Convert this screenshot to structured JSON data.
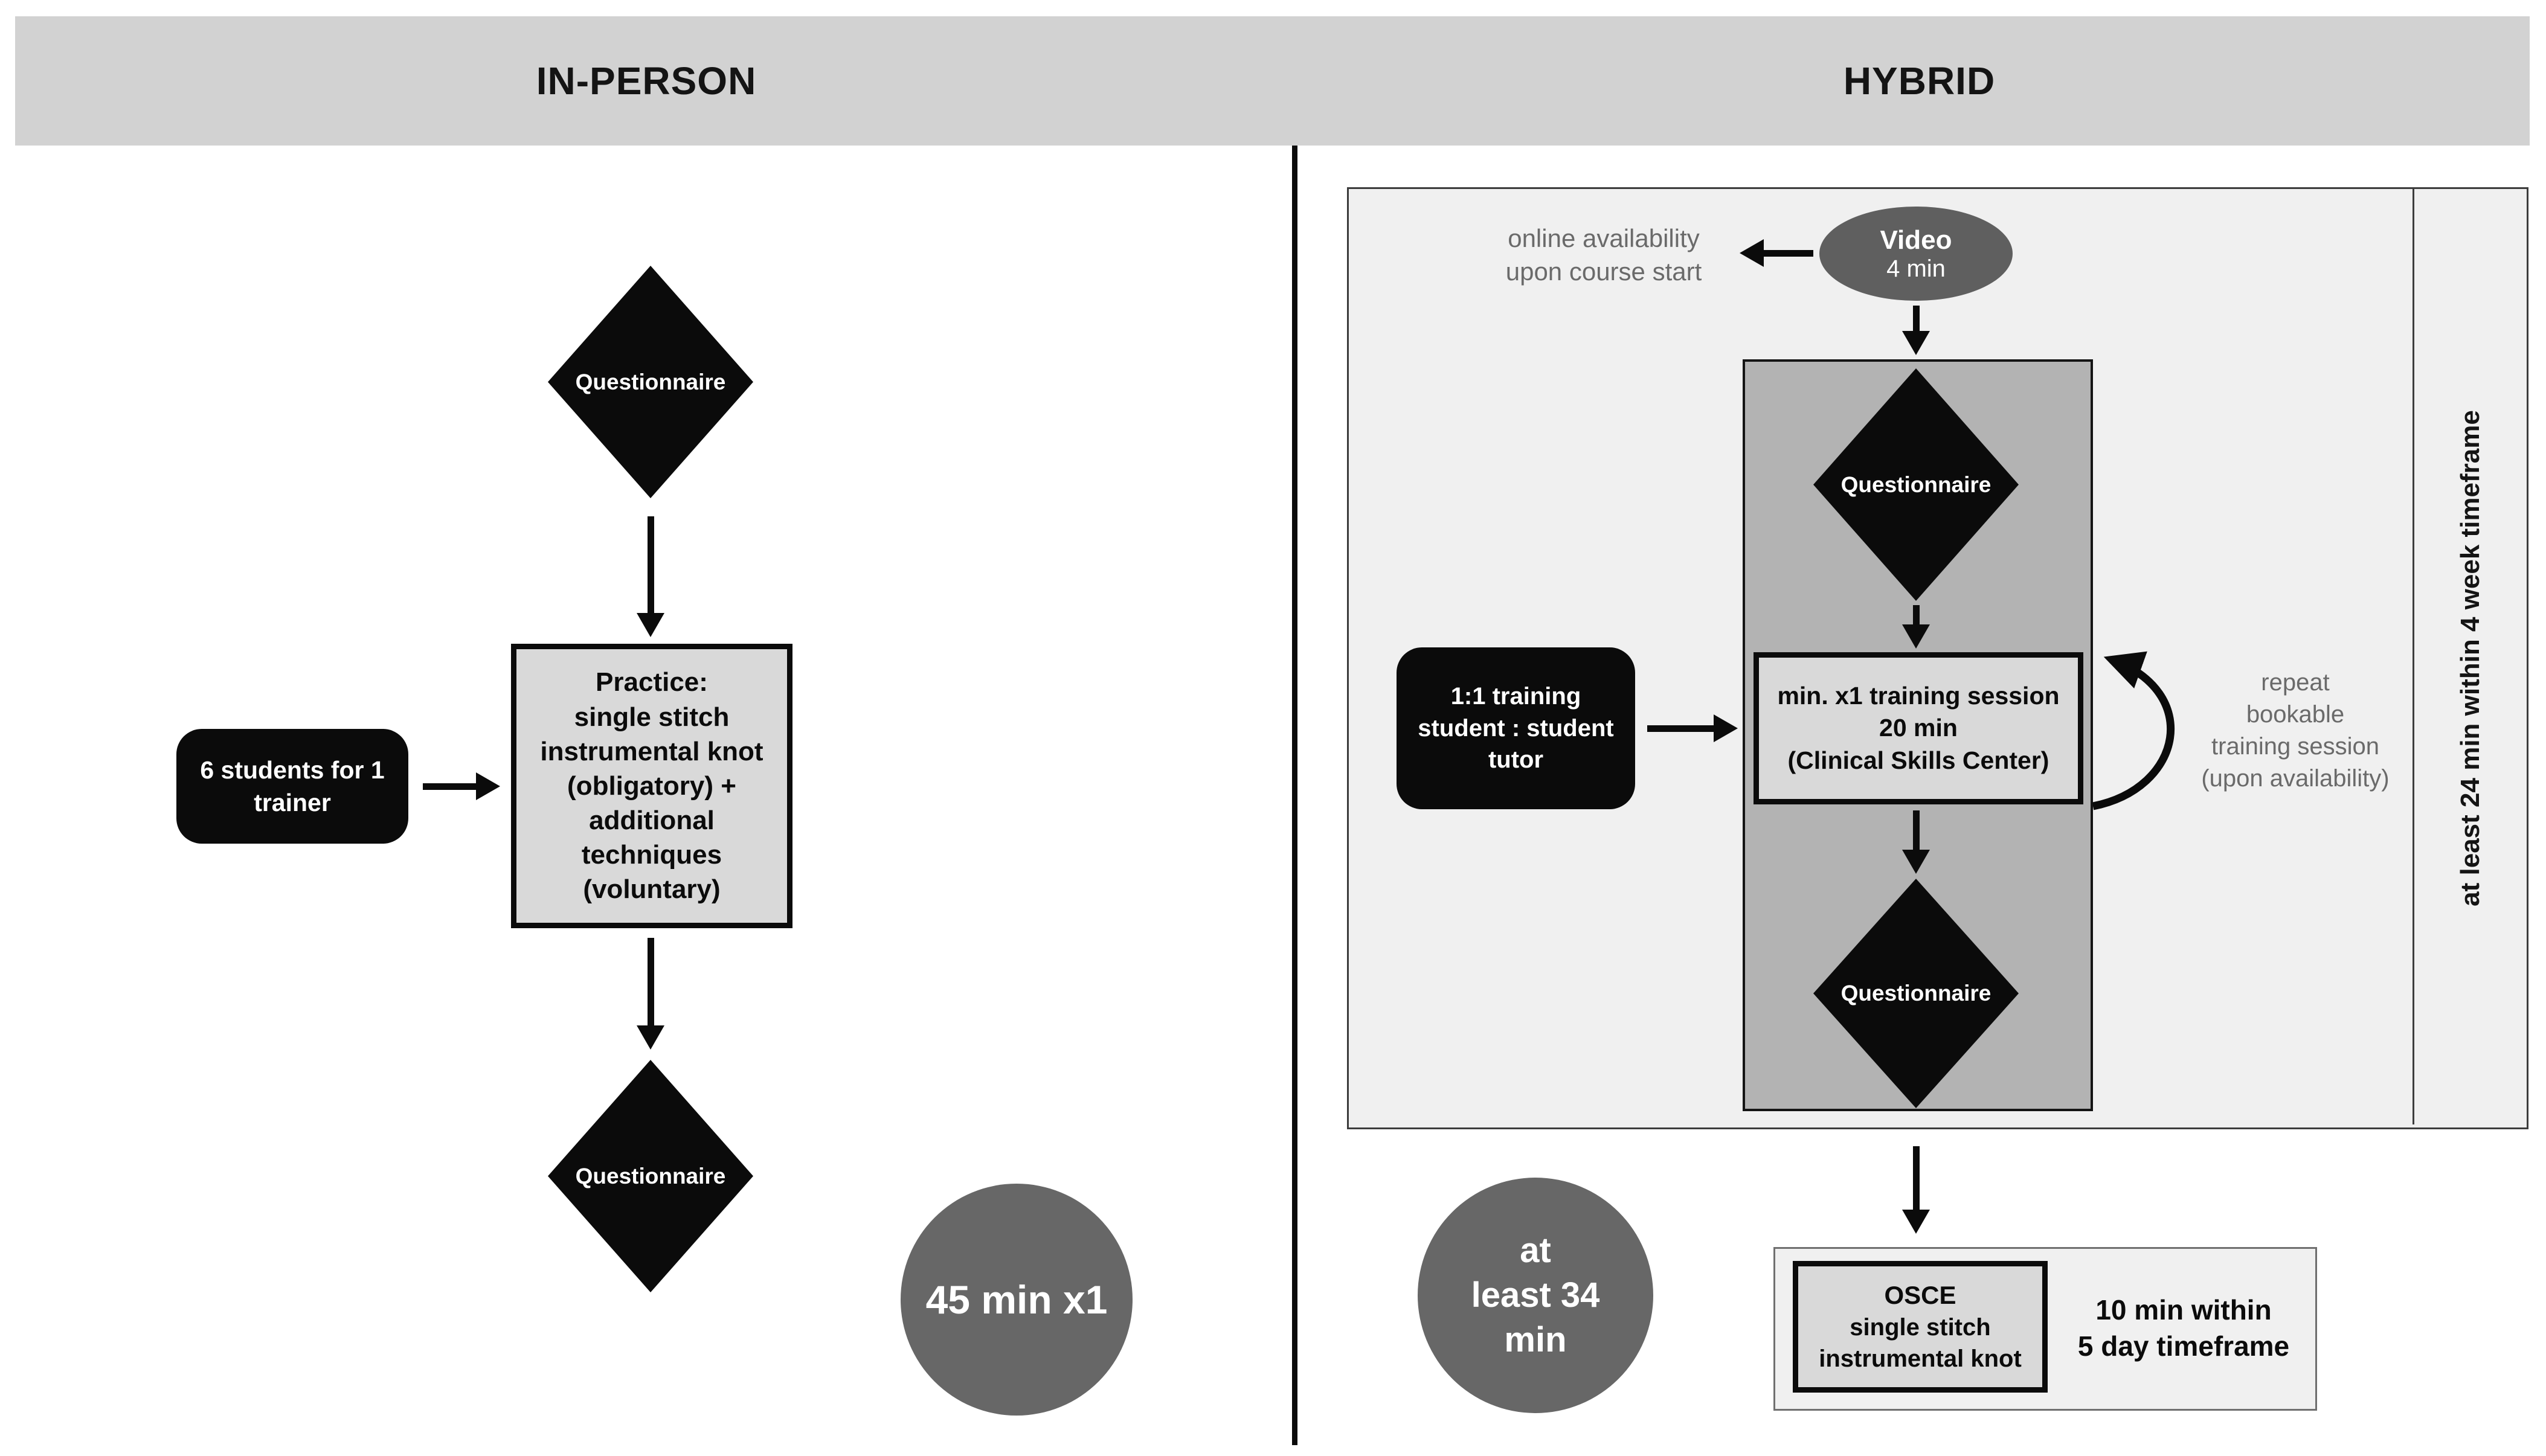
{
  "header": {
    "left_title": "IN-PERSON",
    "right_title": "HYBRID"
  },
  "in_person": {
    "questionnaire_top": "Questionnaire",
    "ratio_box": "6 students for 1\ntrainer",
    "practice_box": "Practice:\nsingle stitch\ninstrumental knot\n(obligatory) +\nadditional\ntechniques\n(voluntary)",
    "questionnaire_bottom": "Questionnaire",
    "duration_badge": "45 min x1"
  },
  "hybrid": {
    "online_note": "online availability\nupon course start",
    "video_title": "Video",
    "video_duration": "4 min",
    "questionnaire_top": "Questionnaire",
    "tutor_box": "1:1 training\nstudent : student\ntutor",
    "training_box": "min. x1 training session\n20 min\n(Clinical Skills Center)",
    "repeat_note": "repeat\nbookable\ntraining session\n(upon availability)",
    "questionnaire_bottom": "Questionnaire",
    "timeframe_sidebar": "at least 24 min within 4 week timeframe",
    "duration_badge": "at\nleast 34\nmin",
    "osce_title": "OSCE",
    "osce_body": "single stitch\ninstrumental knot",
    "osce_note": "10 min within\n5 day timeframe"
  },
  "colors": {
    "header_band": "#d2d2d2",
    "panel_light_gray": "#f0f0f0",
    "panel_medium_gray": "#b3b3b3",
    "box_fill_gray": "#d9d9d9",
    "badge_dark_gray": "#676767",
    "note_text_gray": "#6a6a6a",
    "shape_black": "#0b0b0b"
  }
}
